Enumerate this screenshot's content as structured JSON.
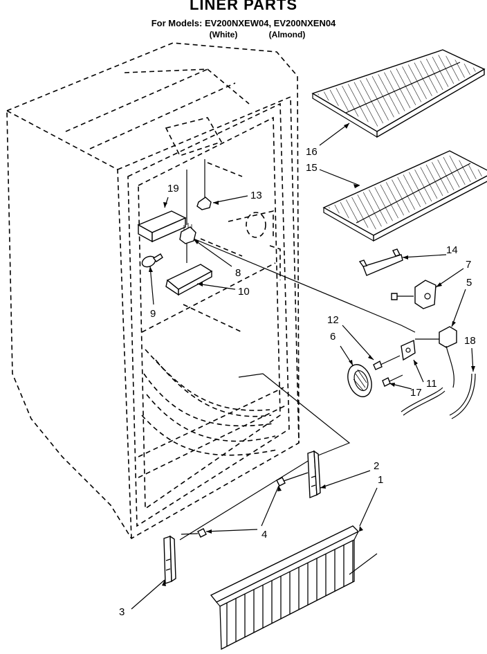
{
  "header": {
    "title": "LINER PARTS",
    "models_line": "For Models: EV200NXEW04, EV200NXEN04",
    "variant_white": "(White)",
    "variant_almond": "(Almond)"
  },
  "callouts": [
    "1",
    "2",
    "3",
    "4",
    "5",
    "6",
    "7",
    "8",
    "9",
    "10",
    "11",
    "12",
    "13",
    "14",
    "15",
    "16",
    "17",
    "18",
    "19"
  ]
}
